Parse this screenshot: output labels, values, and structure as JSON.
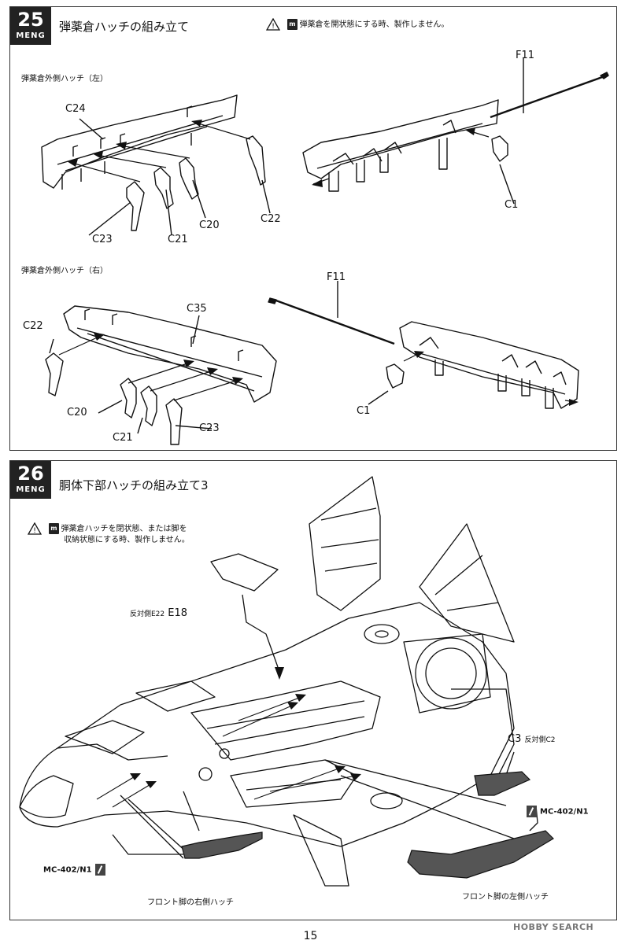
{
  "page_number": "15",
  "watermark": "HOBBY SEARCH",
  "brand": "MENG",
  "step25": {
    "number": "25",
    "title": "弾薬倉ハッチの組み立て",
    "warning_icon": "warning-triangle-icon",
    "warning_badge": "m",
    "warning_text": "弾薬倉を開状態にする時、製作しません。",
    "left_section_label": "弾薬倉外側ハッチ（左）",
    "right_section_label": "弾薬倉外側ハッチ（右）",
    "parts_left": [
      "C24",
      "C20",
      "C22",
      "C23",
      "C21"
    ],
    "parts_left_rod": [
      "F11",
      "C1"
    ],
    "parts_right": [
      "C22",
      "C35",
      "C20",
      "C21",
      "C23"
    ],
    "parts_right_rod": [
      "F11",
      "C1"
    ]
  },
  "step26": {
    "number": "26",
    "title": "胴体下部ハッチの組み立て3",
    "warning_icon": "warning-triangle-icon",
    "warning_badge": "m",
    "warning_line1": "弾薬倉ハッチを閉状態、または脚を",
    "warning_line2": "収納状態にする時、製作しません。",
    "part_e18_prefix": "反対側E22",
    "part_e18": "E18",
    "part_c3": "C3",
    "part_c3_suffix": "反対側C2",
    "paint_code": "MC-402/N1",
    "paint_code_left": "MC-402/N1",
    "right_hatch_label": "フロント脚の右側ハッチ",
    "left_hatch_label": "フロント脚の左側ハッチ"
  }
}
